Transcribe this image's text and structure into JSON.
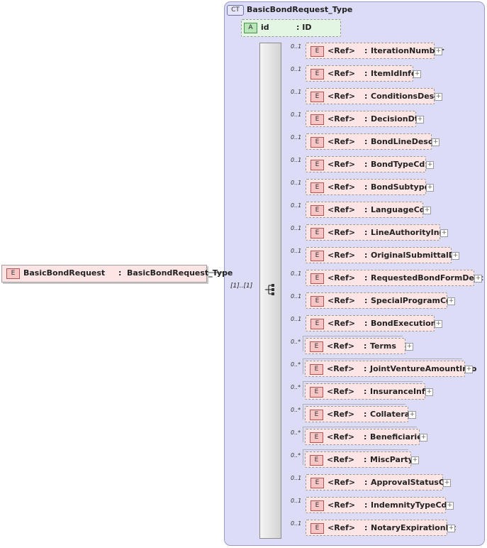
{
  "complex_type": {
    "badge": "CT",
    "name": "BasicBondRequest_Type"
  },
  "attribute": {
    "badge": "A",
    "name": "id",
    "type": ": ID"
  },
  "root": {
    "badge": "E",
    "name": "BasicBondRequest",
    "separator": ":",
    "type": "BasicBondRequest_Type"
  },
  "sequence": {
    "occurrence": "[1]..[1]",
    "icon": "sequence-icon"
  },
  "elements": [
    {
      "badge": "E",
      "ref": "<Ref>",
      "sep": ":",
      "name": "IterationNumber",
      "occurrence": "0..1"
    },
    {
      "badge": "E",
      "ref": "<Ref>",
      "sep": ":",
      "name": "ItemIdInfo",
      "occurrence": "0..1"
    },
    {
      "badge": "E",
      "ref": "<Ref>",
      "sep": ":",
      "name": "ConditionsDesc",
      "occurrence": "0..1"
    },
    {
      "badge": "E",
      "ref": "<Ref>",
      "sep": ":",
      "name": "DecisionDt",
      "occurrence": "0..1"
    },
    {
      "badge": "E",
      "ref": "<Ref>",
      "sep": ":",
      "name": "BondLineDesc",
      "occurrence": "0..1"
    },
    {
      "badge": "E",
      "ref": "<Ref>",
      "sep": ":",
      "name": "BondTypeCd",
      "occurrence": "0..1"
    },
    {
      "badge": "E",
      "ref": "<Ref>",
      "sep": ":",
      "name": "BondSubtype",
      "occurrence": "0..1"
    },
    {
      "badge": "E",
      "ref": "<Ref>",
      "sep": ":",
      "name": "LanguageCd",
      "occurrence": "0..1"
    },
    {
      "badge": "E",
      "ref": "<Ref>",
      "sep": ":",
      "name": "LineAuthorityInd",
      "occurrence": "0..1"
    },
    {
      "badge": "E",
      "ref": "<Ref>",
      "sep": ":",
      "name": "OriginalSubmittalDt",
      "occurrence": "0..1"
    },
    {
      "badge": "E",
      "ref": "<Ref>",
      "sep": ":",
      "name": "RequestedBondFormDesc",
      "occurrence": "0..1"
    },
    {
      "badge": "E",
      "ref": "<Ref>",
      "sep": ":",
      "name": "SpecialProgramCd",
      "occurrence": "0..1"
    },
    {
      "badge": "E",
      "ref": "<Ref>",
      "sep": ":",
      "name": "BondExecution",
      "occurrence": "0..1"
    },
    {
      "badge": "E",
      "ref": "<Ref>",
      "sep": ":",
      "name": "Terms",
      "occurrence": "0..*"
    },
    {
      "badge": "E",
      "ref": "<Ref>",
      "sep": ":",
      "name": "JointVentureAmountInfo",
      "occurrence": "0..*"
    },
    {
      "badge": "E",
      "ref": "<Ref>",
      "sep": ":",
      "name": "InsuranceInfo",
      "occurrence": "0..*"
    },
    {
      "badge": "E",
      "ref": "<Ref>",
      "sep": ":",
      "name": "Collateral",
      "occurrence": "0..*"
    },
    {
      "badge": "E",
      "ref": "<Ref>",
      "sep": ":",
      "name": "Beneficiaries",
      "occurrence": "0..*"
    },
    {
      "badge": "E",
      "ref": "<Ref>",
      "sep": ":",
      "name": "MiscParty",
      "occurrence": "0..*"
    },
    {
      "badge": "E",
      "ref": "<Ref>",
      "sep": ":",
      "name": "ApprovalStatusCd",
      "occurrence": "0..1"
    },
    {
      "badge": "E",
      "ref": "<Ref>",
      "sep": ":",
      "name": "IndemnityTypeCd",
      "occurrence": "0..1"
    },
    {
      "badge": "E",
      "ref": "<Ref>",
      "sep": ":",
      "name": "NotaryExpirationDt",
      "occurrence": "0..1"
    }
  ],
  "expander_symbol": "+"
}
